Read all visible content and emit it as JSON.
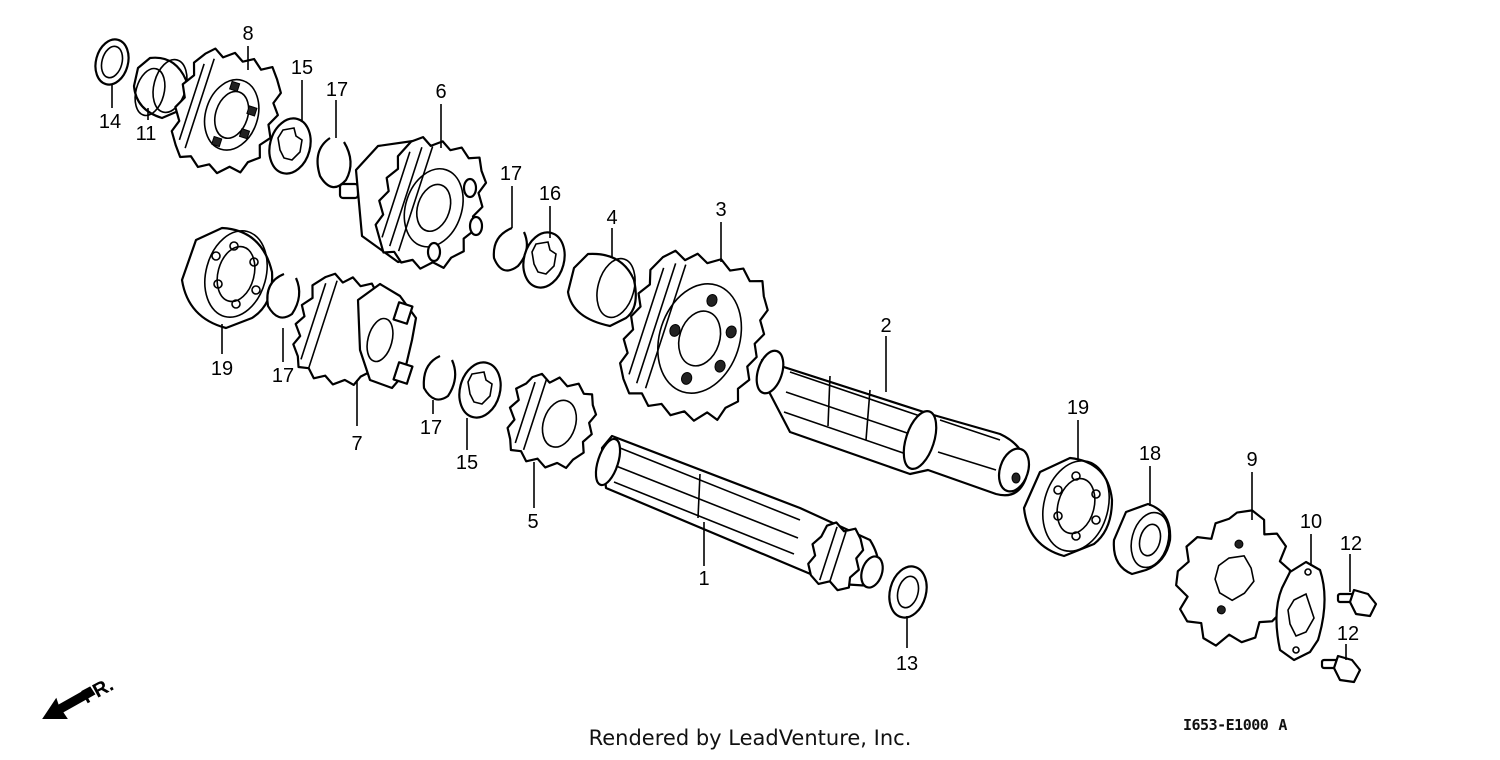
{
  "diagram": {
    "direction_label": "FR.",
    "credit": "Rendered by LeadVenture, Inc.",
    "drawing_code": "I653-E1000",
    "drawing_suffix": "A",
    "callouts": [
      {
        "id": "c8",
        "text": "8"
      },
      {
        "id": "c14",
        "text": "14"
      },
      {
        "id": "c11",
        "text": "11"
      },
      {
        "id": "c15a",
        "text": "15"
      },
      {
        "id": "c17a",
        "text": "17"
      },
      {
        "id": "c6",
        "text": "6"
      },
      {
        "id": "c17b",
        "text": "17"
      },
      {
        "id": "c16",
        "text": "16"
      },
      {
        "id": "c4",
        "text": "4"
      },
      {
        "id": "c3",
        "text": "3"
      },
      {
        "id": "c2",
        "text": "2"
      },
      {
        "id": "c19a",
        "text": "19"
      },
      {
        "id": "c17c",
        "text": "17"
      },
      {
        "id": "c7",
        "text": "7"
      },
      {
        "id": "c17d",
        "text": "17"
      },
      {
        "id": "c15b",
        "text": "15"
      },
      {
        "id": "c5",
        "text": "5"
      },
      {
        "id": "c1",
        "text": "1"
      },
      {
        "id": "c13",
        "text": "13"
      },
      {
        "id": "c19b",
        "text": "19"
      },
      {
        "id": "c18",
        "text": "18"
      },
      {
        "id": "c9",
        "text": "9"
      },
      {
        "id": "c10",
        "text": "10"
      },
      {
        "id": "c12a",
        "text": "12"
      },
      {
        "id": "c12b",
        "text": "12"
      }
    ]
  }
}
